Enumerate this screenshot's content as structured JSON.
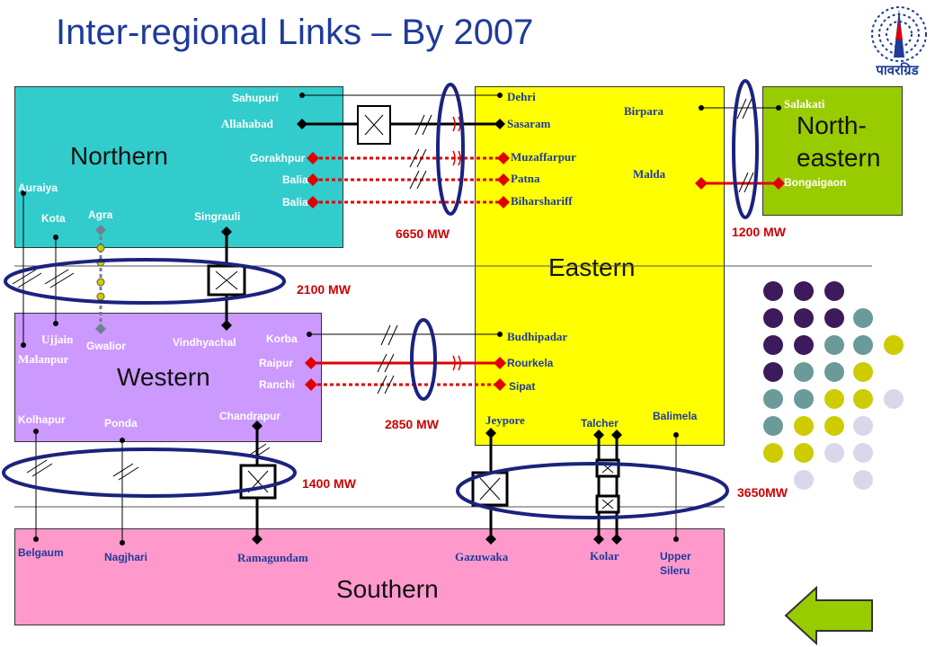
{
  "title": "Inter-regional Links – By 2007",
  "logo": {
    "icon": "power-tower-icon",
    "text": "पावरग्रिड"
  },
  "regions": {
    "northern": "Northern",
    "western": "Western",
    "eastern": "Eastern",
    "northeastern_line1": "North-",
    "northeastern_line2": "eastern",
    "southern": "Southern"
  },
  "northern_nodes": {
    "sahupuri": "Sahupuri",
    "allahabad": "Allahabad",
    "gorakhpur": "Gorakhpur",
    "balia1": "Balia",
    "balia2": "Balia",
    "auraiya": "Auraiya",
    "kota": "Kota",
    "agra": "Agra",
    "singrauli": "Singrauli"
  },
  "eastern_nodes": {
    "dehri": "Dehri",
    "sasaram": "Sasaram",
    "muzaffarpur": "Muzaffarpur",
    "patna": "Patna",
    "biharshariff": "Biharshariff",
    "birpara": "Birpara",
    "malda": "Malda",
    "budhipadar": "Budhipadar",
    "rourkela": "Rourkela",
    "sipat": "Sipat",
    "jeypore": "Jeypore",
    "talcher": "Talcher",
    "balimela": "Balimela"
  },
  "northeastern_nodes": {
    "salakati": "Salakati",
    "bongaigaon": "Bongaigaon"
  },
  "western_nodes": {
    "ujjain": "Ujjain",
    "malanpur": "Malanpur",
    "gwalior": "Gwalior",
    "vindhyachal": "Vindhyachal",
    "korba": "Korba",
    "raipur": "Raipur",
    "ranchi": "Ranchi",
    "kolhapur": "Kolhapur",
    "ponda": "Ponda",
    "chandrapur": "Chandrapur"
  },
  "southern_nodes": {
    "belgaum": "Belgaum",
    "nagjhari": "Nagjhari",
    "ramagundam": "Ramagundam",
    "gazuwaka": "Gazuwaka",
    "kolar": "Kolar",
    "upper_sileru_line1": "Upper",
    "upper_sileru_line2": "Sileru"
  },
  "capacities": {
    "ne_er": "6650 MW",
    "er_ner": "1200 MW",
    "nr_wr": "2100 MW",
    "wr_er": "2850 MW",
    "wr_sr": "1400 MW",
    "er_sr": "3650MW"
  },
  "colors": {
    "northern": "#33cccc",
    "western": "#cc99ff",
    "eastern": "#ffff00",
    "northeastern": "#99cc00",
    "southern": "#ff99cc",
    "ellipse": "#1a237e",
    "red_link": "#e00000",
    "nav_arrow": "#99cc00"
  },
  "nav": {
    "icon": "back-arrow-icon"
  }
}
